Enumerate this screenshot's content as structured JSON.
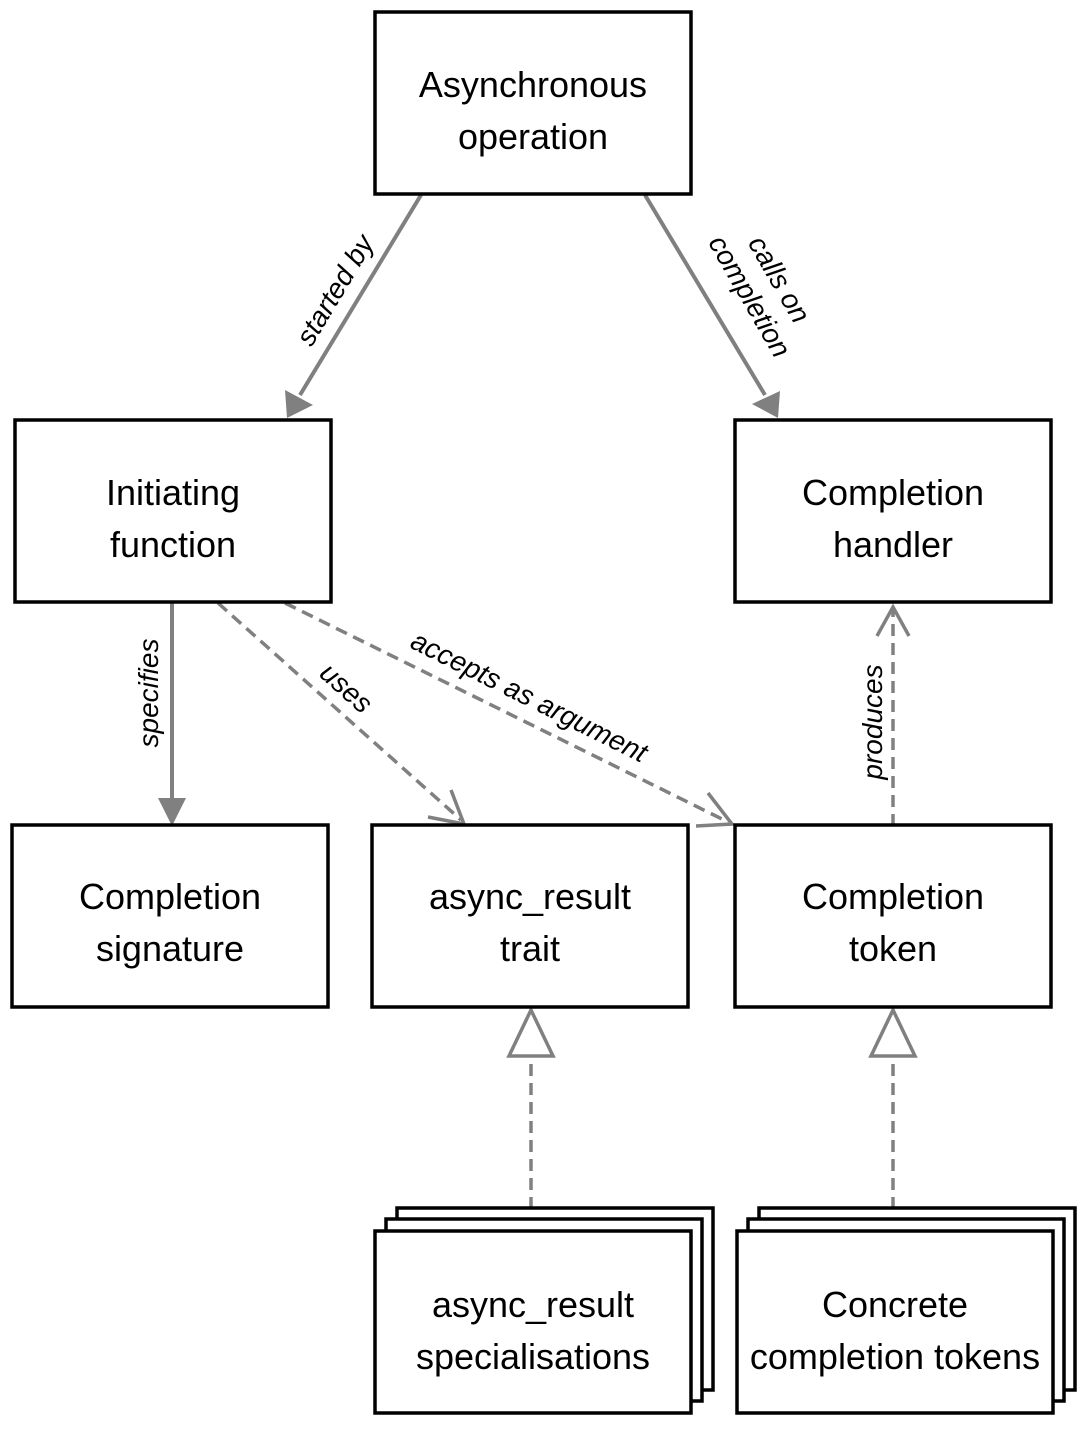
{
  "nodes": {
    "async_operation": {
      "line1": "Asynchronous",
      "line2": "operation"
    },
    "initiating_function": {
      "line1": "Initiating",
      "line2": "function"
    },
    "completion_handler": {
      "line1": "Completion",
      "line2": "handler"
    },
    "completion_signature": {
      "line1": "Completion",
      "line2": "signature"
    },
    "async_result_trait": {
      "line1": "async_result",
      "line2": "trait"
    },
    "completion_token": {
      "line1": "Completion",
      "line2": "token"
    },
    "async_result_specialisations": {
      "line1": "async_result",
      "line2": "specialisations"
    },
    "concrete_completion_tokens": {
      "line1": "Concrete",
      "line2": "completion tokens"
    }
  },
  "edges": {
    "started_by": "started by",
    "calls_on_completion": {
      "line1": "calls on",
      "line2": "completion"
    },
    "specifies": "specifies",
    "uses": "uses",
    "accepts_as_argument": "accepts as argument",
    "produces": "produces"
  },
  "colors": {
    "box_stroke": "#000000",
    "edge": "#808080",
    "background": "#ffffff"
  }
}
